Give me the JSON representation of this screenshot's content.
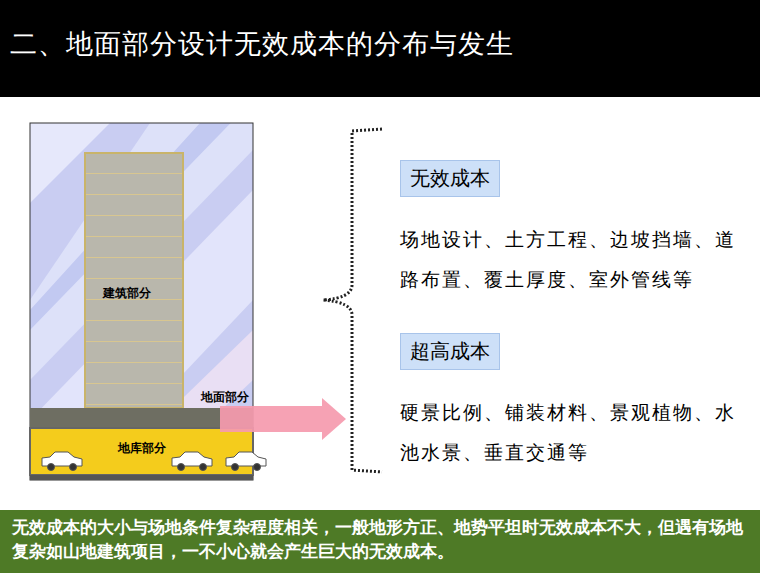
{
  "diagram": {
    "title": "二、地面部分设计无效成本的分布与发生",
    "caption": "无效成本的大小与场地条件复杂程度相关，一般地形方正、地势平坦时无效成本不大，但遇有场地复杂如山地建筑项目，一不小心就会产生巨大的无效成本。",
    "nodes": [
      {
        "text": [
          "建筑部分"
        ]
      },
      {
        "text": [
          "地面部分"
        ]
      },
      {
        "text": [
          "地库部分"
        ]
      },
      {
        "text": [
          "无效成本",
          "场地设计、土方工程、边坡挡墙、道路布置、覆土厚度、室外管线等"
        ]
      },
      {
        "text": [
          "超高成本",
          "硬景比例、铺装材料、景观植物、水池水景、垂直交通等"
        ]
      }
    ]
  }
}
